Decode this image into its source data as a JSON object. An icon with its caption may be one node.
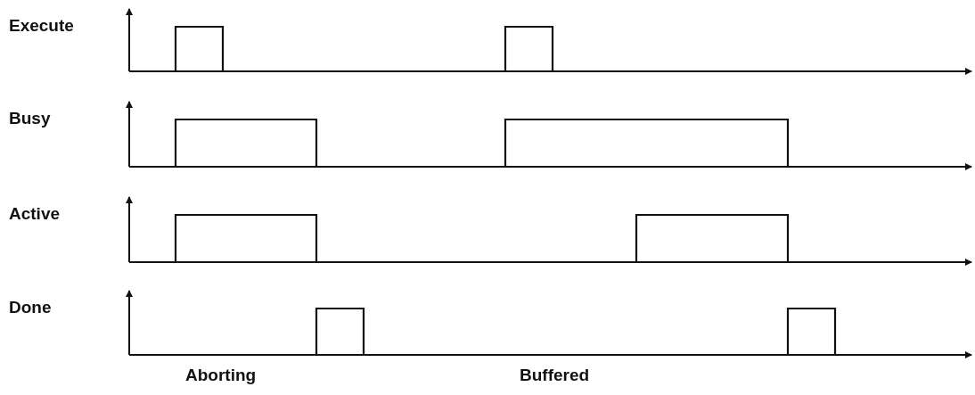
{
  "diagram": {
    "labels": [
      "Execute",
      "Busy",
      "Active",
      "Done",
      "Aborting",
      "Buffered"
    ]
  }
}
